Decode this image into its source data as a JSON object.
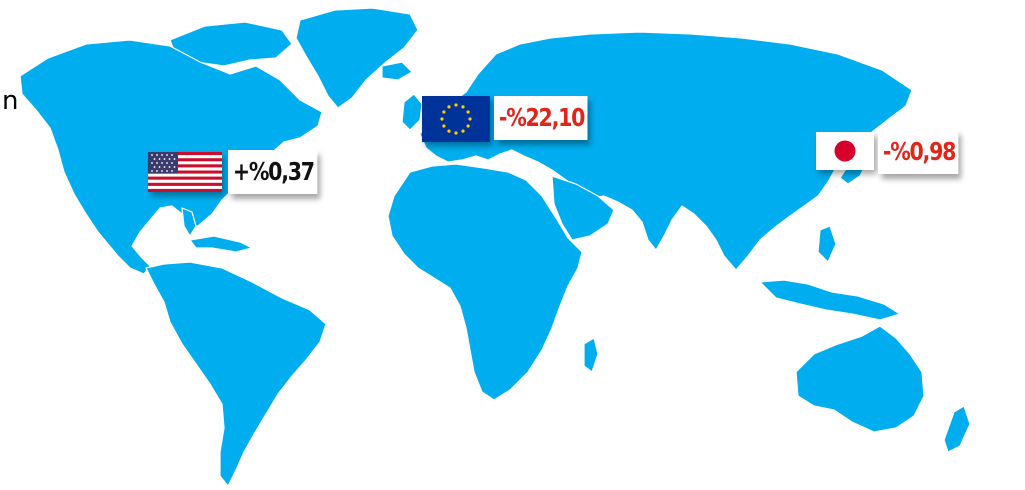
{
  "map": {
    "land_color": "#00aeef",
    "background": "#ffffff",
    "cut_off_text": "n"
  },
  "markers": [
    {
      "id": "usa",
      "flag": "united-states-flag",
      "value": "+%0,37",
      "value_color": "#111111"
    },
    {
      "id": "eu",
      "flag": "european-union-flag",
      "value": "-%22,10",
      "value_color": "#e1251b"
    },
    {
      "id": "japan",
      "flag": "japan-flag",
      "value": "-%0,98",
      "value_color": "#e1251b"
    }
  ]
}
